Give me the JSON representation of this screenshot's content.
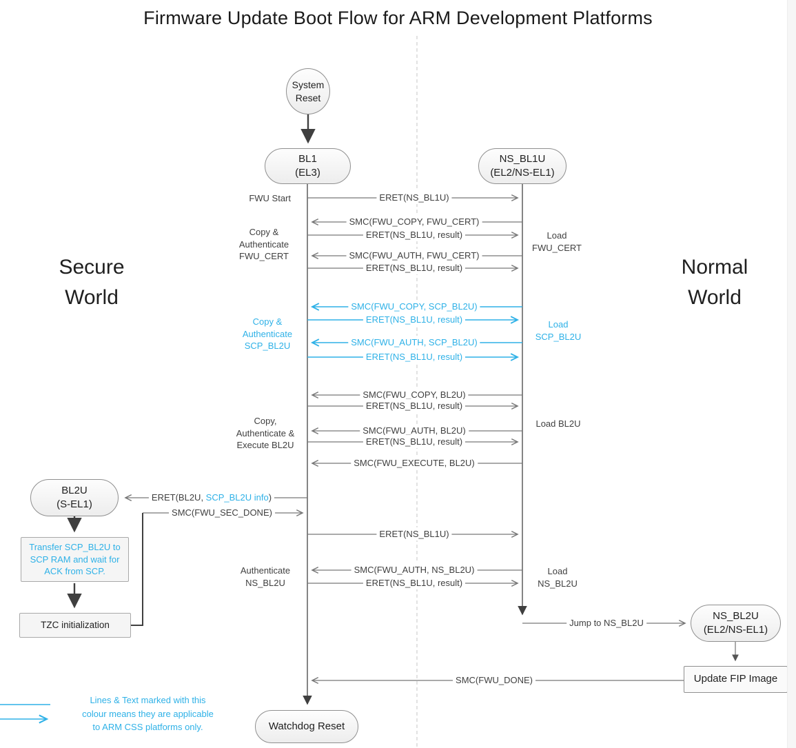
{
  "title": "Firmware Update Boot Flow for ARM Development Platforms",
  "colors": {
    "accent_cyan": "#2eb1e7",
    "line_gray": "#777777",
    "dark_arrow": "#3f3f3f"
  },
  "worlds": {
    "secure": "Secure\nWorld",
    "normal": "Normal\nWorld"
  },
  "nodes": {
    "system_reset": "System\nReset",
    "bl1": "BL1\n(EL3)",
    "ns_bl1u": "NS_BL1U\n(EL2/NS-EL1)",
    "bl2u": "BL2U\n(S-EL1)",
    "transfer_scp": "Transfer SCP_BL2U to\nSCP RAM and wait for\nACK from SCP.",
    "tzc": "TZC initialization",
    "ns_bl2u": "NS_BL2U\n(EL2/NS-EL1)",
    "update_fip": "Update FIP Image",
    "watchdog": "Watchdog Reset"
  },
  "side_labels": {
    "fwu_start": "FWU Start",
    "copy_auth_fwu_cert": "Copy &\nAuthenticate\nFWU_CERT",
    "load_fwu_cert": "Load\nFWU_CERT",
    "copy_auth_scp_bl2u": "Copy &\nAuthenticate\nSCP_BL2U",
    "load_scp_bl2u": "Load\nSCP_BL2U",
    "copy_auth_exec_bl2u": "Copy,\nAuthenticate &\nExecute BL2U",
    "load_bl2u": "Load BL2U",
    "authenticate_ns_bl2u": "Authenticate\nNS_BL2U",
    "load_ns_bl2u": "Load\nNS_BL2U",
    "jump_to_ns_bl2u": "Jump to NS_BL2U"
  },
  "messages": {
    "eret_ns_bl1u": "ERET(NS_BL1U)",
    "eret_result": "ERET(NS_BL1U, result)",
    "smc_copy_fwu_cert": "SMC(FWU_COPY, FWU_CERT)",
    "smc_auth_fwu_cert": "SMC(FWU_AUTH, FWU_CERT)",
    "smc_copy_scp_bl2u": "SMC(FWU_COPY, SCP_BL2U)",
    "smc_auth_scp_bl2u": "SMC(FWU_AUTH, SCP_BL2U)",
    "smc_copy_bl2u": "SMC(FWU_COPY, BL2U)",
    "smc_auth_bl2u": "SMC(FWU_AUTH, BL2U)",
    "smc_execute_bl2u": "SMC(FWU_EXECUTE, BL2U)",
    "eret_bl2u_prefix": "ERET(BL2U, ",
    "eret_bl2u_cyan": "SCP_BL2U info",
    "eret_bl2u_suffix": ")",
    "smc_sec_done": "SMC(FWU_SEC_DONE)",
    "smc_auth_ns_bl2u": "SMC(FWU_AUTH, NS_BL2U)",
    "smc_done": "SMC(FWU_DONE)"
  },
  "legend": {
    "text": "Lines & Text marked with this\ncolour means they are applicable\nto ARM CSS platforms only."
  }
}
